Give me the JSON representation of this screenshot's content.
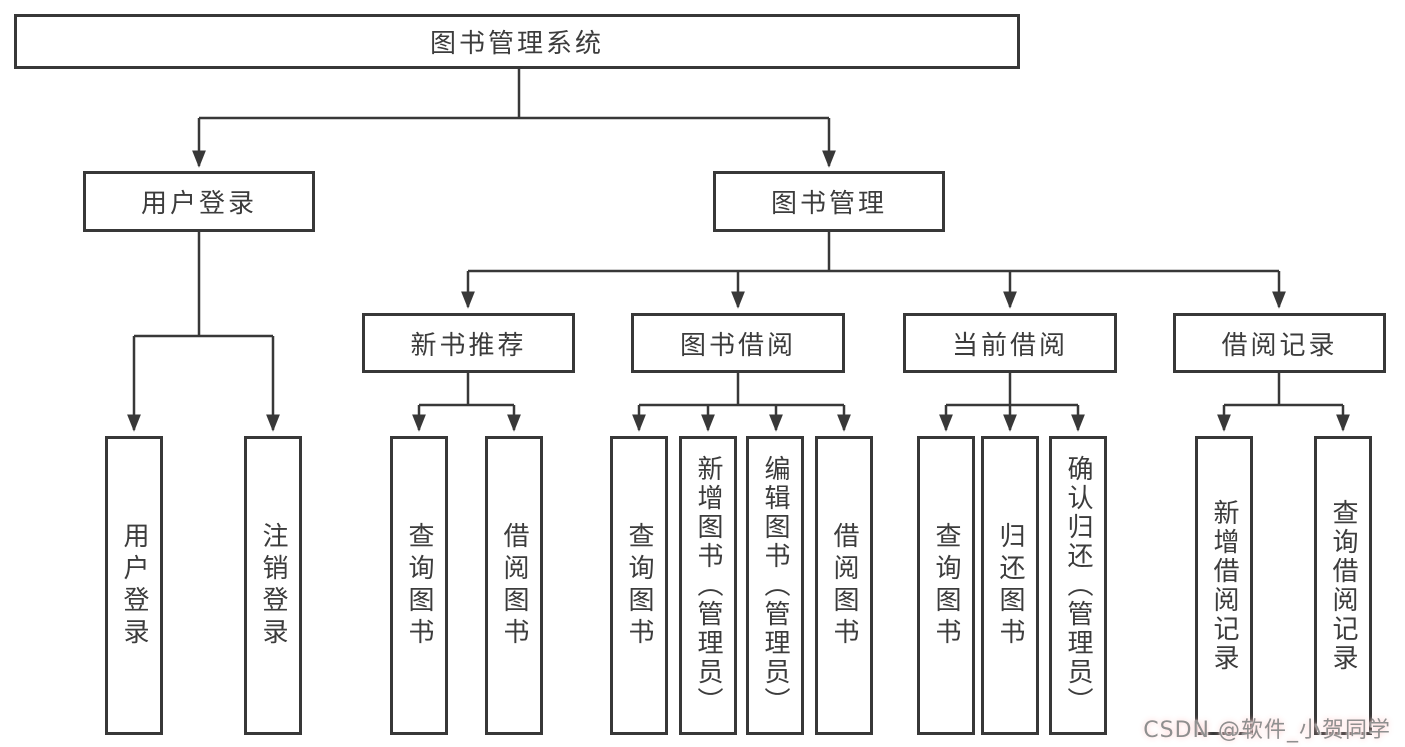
{
  "diagram_title": "图书管理系统",
  "nodes": {
    "root": "图书管理系统",
    "level2": {
      "user_login": "用户登录",
      "book_management": "图书管理"
    },
    "level3": {
      "new_book_recommend": "新书推荐",
      "book_borrow": "图书借阅",
      "current_borrow": "当前借阅",
      "borrow_records": "借阅记录"
    },
    "leaves": {
      "user_login": "用户登录",
      "logout": "注销登录",
      "query_books_a": "查询图书",
      "borrow_books_a": "借阅图书",
      "query_books_b": "查询图书",
      "add_books_admin": "新增图书（管理员）",
      "edit_books_admin": "编辑图书（管理员）",
      "borrow_books_b": "借阅图书",
      "query_books_c": "查询图书",
      "return_books": "归还图书",
      "confirm_return_admin": "确认归还（管理员）",
      "add_borrow_record": "新增借阅记录",
      "query_borrow_record": "查询借阅记录"
    }
  },
  "structure": {
    "图书管理系统": {
      "用户登录": [
        "用户登录",
        "注销登录"
      ],
      "图书管理": {
        "新书推荐": [
          "查询图书",
          "借阅图书"
        ],
        "图书借阅": [
          "查询图书",
          "新增图书（管理员）",
          "编辑图书（管理员）",
          "借阅图书"
        ],
        "当前借阅": [
          "查询图书",
          "归还图书",
          "确认归还（管理员）"
        ],
        "借阅记录": [
          "新增借阅记录",
          "查询借阅记录"
        ]
      }
    }
  },
  "watermark": "CSDN @软件_小贺同学",
  "colors": {
    "line": "#383838",
    "box_border": "#383838",
    "text": "#3c3c3c",
    "background": "#ffffff",
    "watermark_text": "#8f8f8f"
  }
}
